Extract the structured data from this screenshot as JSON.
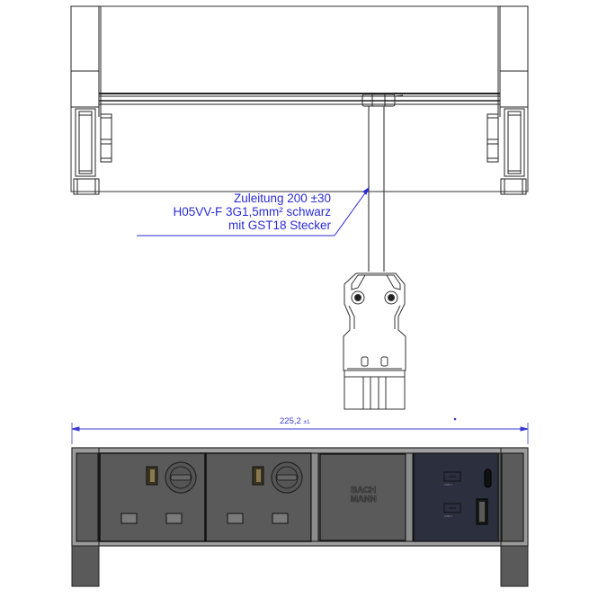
{
  "drawing": {
    "type": "technical-drawing",
    "product_logo": [
      "BACH",
      "MANN"
    ],
    "colors": {
      "annotation_blue": "#2b2bd6",
      "housing_grey": "#5a5a5a",
      "frame_grey": "#9a9a9a",
      "usb_panel": "#2c2f3e",
      "line_black": "#1a1a1a"
    }
  },
  "cable_annotation": {
    "line1": "Zuleitung 200 ±30",
    "line2": "H05VV-F 3G1,5mm² schwarz",
    "line3": "mit GST18 Stecker"
  },
  "dimension": {
    "value": "225,2",
    "tolerance": "±1"
  },
  "front_view": {
    "modules": [
      {
        "type": "uk-socket",
        "label": "UK socket 1",
        "fuse_holder": true,
        "switch_indicator": true
      },
      {
        "type": "uk-socket",
        "label": "UK socket 2",
        "fuse_holder": true,
        "switch_indicator": true
      },
      {
        "type": "blank-logo",
        "label": "BACHMANN blank"
      },
      {
        "type": "usb-charger",
        "ports": [
          {
            "kind": "USB-C",
            "label": "USB-C"
          },
          {
            "kind": "USB-A",
            "label": "USB-A"
          }
        ]
      }
    ]
  },
  "connector": {
    "type": "GST18",
    "label": "GST18 connector"
  }
}
